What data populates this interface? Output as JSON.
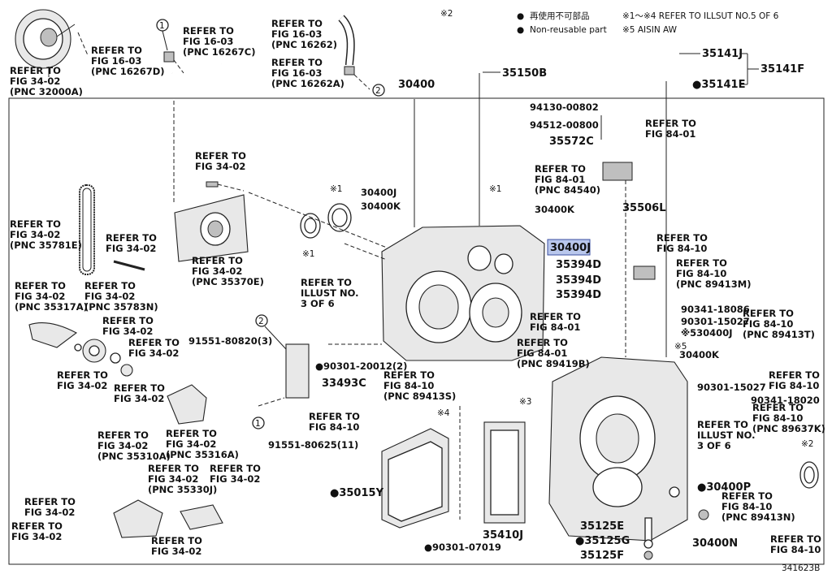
{
  "legend": {
    "reuse_jp": "再使用不可部品",
    "reuse_en": "Non-reusable part",
    "note1": "※1～※4 REFER TO ILLSUT NO.5 OF 6",
    "note2": "※5 AISIN AW",
    "mark_reuse": "●",
    "mark_note": "※2"
  },
  "circle_labels": {
    "c1": "1",
    "c2": "2"
  },
  "refers": [
    {
      "id": "r_3402_32000A",
      "lines": [
        "REFER TO",
        "FIG 34-02",
        "(PNC 32000A)"
      ]
    },
    {
      "id": "r_1603_16267D",
      "lines": [
        "REFER TO",
        "FIG 16-03",
        "(PNC 16267D)"
      ]
    },
    {
      "id": "r_1603_16267C",
      "lines": [
        "REFER TO",
        "FIG 16-03",
        "(PNC 16267C)"
      ]
    },
    {
      "id": "r_1603_16262",
      "lines": [
        "REFER TO",
        "FIG 16-03",
        "(PNC 16262)"
      ]
    },
    {
      "id": "r_1603_16262A",
      "lines": [
        "REFER TO",
        "FIG 16-03",
        "(PNC 16262A)"
      ]
    },
    {
      "id": "r_3402_a",
      "lines": [
        "REFER TO",
        "FIG 34-02"
      ]
    },
    {
      "id": "r_3402_35781E",
      "lines": [
        "REFER TO",
        "FIG 34-02",
        "(PNC 35781E)"
      ]
    },
    {
      "id": "r_3402_b",
      "lines": [
        "REFER TO",
        "FIG 34-02"
      ]
    },
    {
      "id": "r_3402_35370E",
      "lines": [
        "REFER TO",
        "FIG 34-02",
        "(PNC 35370E)"
      ]
    },
    {
      "id": "r_illust3",
      "lines": [
        "REFER TO",
        "ILLUST NO.",
        "3 OF 6"
      ]
    },
    {
      "id": "r_3402_35317A",
      "lines": [
        "REFER TO",
        "FIG 34-02",
        "(PNC 35317A)"
      ]
    },
    {
      "id": "r_3402_35783N",
      "lines": [
        "REFER TO",
        "FIG 34-02",
        "(PNC 35783N)"
      ]
    },
    {
      "id": "r_3402_c",
      "lines": [
        "REFER TO",
        "FIG 34-02"
      ]
    },
    {
      "id": "r_3402_d",
      "lines": [
        "REFER TO",
        "FIG 34-02"
      ]
    },
    {
      "id": "r_3402_e",
      "lines": [
        "REFER TO",
        "FIG 34-02"
      ]
    },
    {
      "id": "r_3402_f",
      "lines": [
        "REFER TO",
        "FIG 34-02"
      ]
    },
    {
      "id": "r_3402_35316A",
      "lines": [
        "REFER TO",
        "FIG 34-02",
        "(PNC 35316A)"
      ]
    },
    {
      "id": "r_3402_35310A",
      "lines": [
        "REFER TO",
        "FIG 34-02",
        "(PNC 35310A)"
      ]
    },
    {
      "id": "r_3402_35330J",
      "lines": [
        "REFER TO",
        "FIG 34-02",
        "(PNC 35330J)"
      ]
    },
    {
      "id": "r_3402_g",
      "lines": [
        "REFER TO",
        "FIG 34-02"
      ]
    },
    {
      "id": "r_3402_h",
      "lines": [
        "REFER TO",
        "FIG 34-02"
      ]
    },
    {
      "id": "r_3402_i",
      "lines": [
        "REFER TO",
        "FIG 34-02"
      ]
    },
    {
      "id": "r_3402_j",
      "lines": [
        "REFER TO",
        "FIG 34-02"
      ]
    },
    {
      "id": "r_8410_89413S",
      "lines": [
        "REFER TO",
        "FIG 84-10",
        "(PNC 89413S)"
      ]
    },
    {
      "id": "r_8410_a",
      "lines": [
        "REFER TO",
        "FIG 84-10"
      ]
    },
    {
      "id": "r_8401_a",
      "lines": [
        "REFER TO",
        "FIG 84-01"
      ]
    },
    {
      "id": "r_8401_84540",
      "lines": [
        "REFER TO",
        "FIG 84-01",
        "(PNC 84540)"
      ]
    },
    {
      "id": "r_8410_b",
      "lines": [
        "REFER TO",
        "FIG 84-10"
      ]
    },
    {
      "id": "r_8410_89413M",
      "lines": [
        "REFER TO",
        "FIG 84-10",
        "(PNC 89413M)"
      ]
    },
    {
      "id": "r_8401_b",
      "lines": [
        "REFER TO",
        "FIG 84-01"
      ]
    },
    {
      "id": "r_8401_89419B",
      "lines": [
        "REFER TO",
        "FIG 84-01",
        "(PNC 89419B)"
      ]
    },
    {
      "id": "r_8410_89413T",
      "lines": [
        "REFER TO",
        "FIG 84-10",
        "(PNC 89413T)"
      ]
    },
    {
      "id": "r_8410_c",
      "lines": [
        "REFER TO",
        "FIG 84-10"
      ]
    },
    {
      "id": "r_8410_89637K",
      "lines": [
        "REFER TO",
        "FIG 84-10",
        "(PNC 89637K)"
      ]
    },
    {
      "id": "r_illust3b",
      "lines": [
        "REFER TO",
        "ILLUST NO.",
        "3 OF 6"
      ]
    },
    {
      "id": "r_8410_89413N",
      "lines": [
        "REFER TO",
        "FIG 84-10",
        "(PNC 89413N)"
      ]
    },
    {
      "id": "r_8410_d",
      "lines": [
        "REFER TO",
        "FIG 84-10"
      ]
    }
  ],
  "parts": {
    "p30400": "30400",
    "p35150B": "35150B",
    "p35141J": "35141J",
    "p35141F": "35141F",
    "p35141E": "●35141E",
    "p94130": "94130-00802",
    "p94512": "94512-00800",
    "p35572C": "35572C",
    "p30400J_top": "30400J",
    "p30400K_top": "30400K",
    "p30400K_mid": "30400K",
    "p35506L": "35506L",
    "p30400J_hl": "30400J",
    "p35394D_1": "35394D",
    "p35394D_2": "35394D",
    "p35394D_3": "35394D",
    "p91551_80820": "91551-80820(3)",
    "p90301_20012": "●90301-20012(2)",
    "p33493C": "33493C",
    "p90341_18086": "90341-18086",
    "p90301_15027a": "90301-15027",
    "p30400J_5": "※530400J",
    "p30400K_5": "30400K",
    "p90301_15027b": "90301-15027",
    "p90341_18020": "90341-18020",
    "p91551_80625": "91551-80625(11)",
    "p35015Y": "●35015Y",
    "p35410J": "35410J",
    "p90301_07019": "●90301-07019",
    "p30400P": "●30400P",
    "p35125E": "35125E",
    "p35125G": "●35125G",
    "p35125F": "35125F",
    "p30400N": "30400N",
    "ref_code": "341623B"
  },
  "marks": {
    "m1": "※1",
    "m2": "※2",
    "m3": "※3",
    "m4": "※4",
    "m5": "※5"
  }
}
